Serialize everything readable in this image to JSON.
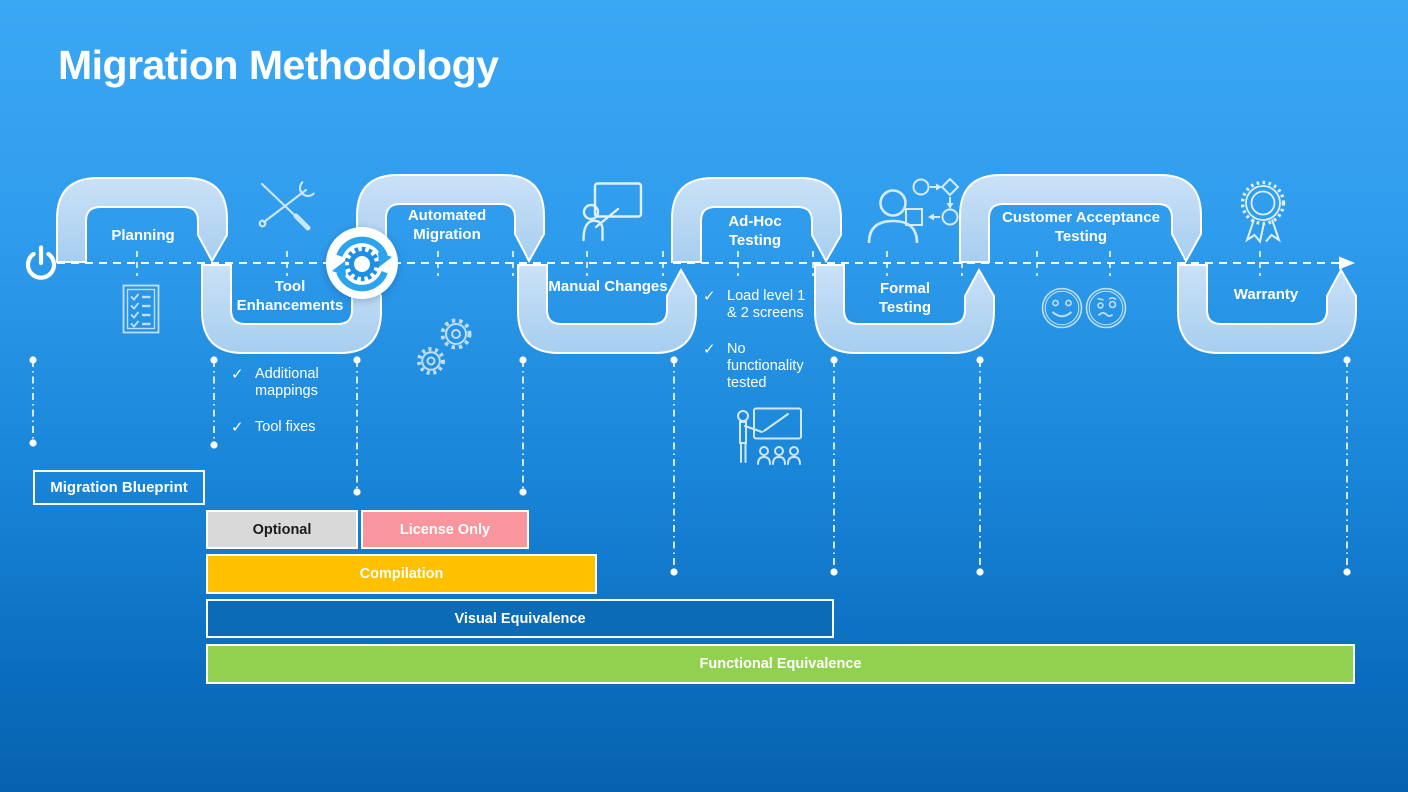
{
  "title": "Migration Methodology",
  "check_mark": "✓",
  "stages": [
    {
      "id": "planning",
      "label": "Planning",
      "position": "above-timeline"
    },
    {
      "id": "tool-enhancements",
      "label": "Tool Enhancements",
      "position": "below-timeline",
      "bullets": [
        "Additional mappings",
        "Tool fixes"
      ]
    },
    {
      "id": "automated-migration",
      "label": "Automated Migration",
      "position": "above-timeline"
    },
    {
      "id": "manual-changes",
      "label": "Manual Changes",
      "position": "below-timeline"
    },
    {
      "id": "ad-hoc-testing",
      "label": "Ad-Hoc Testing",
      "position": "above-timeline",
      "bullets": [
        "Load level 1 & 2 screens",
        "No functionality tested"
      ]
    },
    {
      "id": "formal-testing",
      "label": "Formal Testing",
      "position": "below-timeline"
    },
    {
      "id": "customer-acceptance-testing",
      "label": "Customer Acceptance Testing",
      "position": "above-timeline"
    },
    {
      "id": "warranty",
      "label": "Warranty",
      "position": "below-timeline"
    }
  ],
  "blueprint": {
    "label": "Migration Blueprint"
  },
  "bars": [
    {
      "label": "Optional",
      "color": "#D9D9D9",
      "text_color": "#1A1A1A"
    },
    {
      "label": "License Only",
      "color": "#F9959D",
      "text_color": "#FFFFFF"
    },
    {
      "label": "Compilation",
      "color": "#FFC000",
      "text_color": "#FFFFFF"
    },
    {
      "label": "Visual Equivalence",
      "color": "#0B6BB7",
      "text_color": "#FFFFFF"
    },
    {
      "label": "Functional Equivalence",
      "color": "#92D050",
      "text_color": "#FFFFFF"
    }
  ],
  "icons": [
    "power-icon",
    "tools-icon",
    "checklist-icon",
    "sync-gear-badge-icon",
    "gears-icon",
    "presentation-icon",
    "training-icon",
    "review-flow-icon",
    "smiley-happy-icon",
    "smiley-confused-icon",
    "award-ribbon-icon",
    "timeline-arrow-icon"
  ],
  "colors": {
    "background_top": "#3BA8F4",
    "background_bottom": "#0662B0",
    "arch_fill_light": "#CBE1F7",
    "arch_fill_dark": "#A6CEF0",
    "timeline": "#FFFFFF",
    "badge_gear_blue": "#1E8FE2",
    "badge_arrow_blue": "#2AA4EC"
  }
}
